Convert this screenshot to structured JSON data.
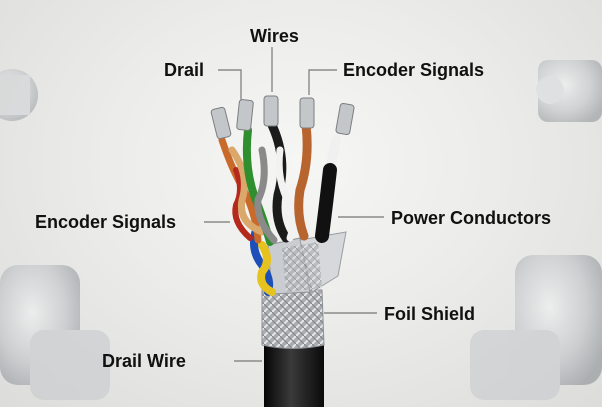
{
  "labels": {
    "drail": "Drail",
    "wires": "Wires",
    "encoder_signals_top": "Encoder Signals",
    "encoder_signals_left": "Encoder Signals",
    "power_conductors": "Power Conductors",
    "foil_shield": "Foil Shield",
    "drail_wire": "Drail Wire"
  },
  "colors": {
    "background": "#e9e9e7",
    "label_text": "#111111",
    "leader_line": "#8a8a8a",
    "jacket": "#141414",
    "braid": "#b9bcc0",
    "wire_colors": [
      "#d87a2a",
      "#2f8f2f",
      "#7a7a7a",
      "#1b1b1b",
      "#b8642e",
      "#f2f2f2",
      "#1d4fb8",
      "#e6c21e",
      "#9a5a2a"
    ]
  }
}
